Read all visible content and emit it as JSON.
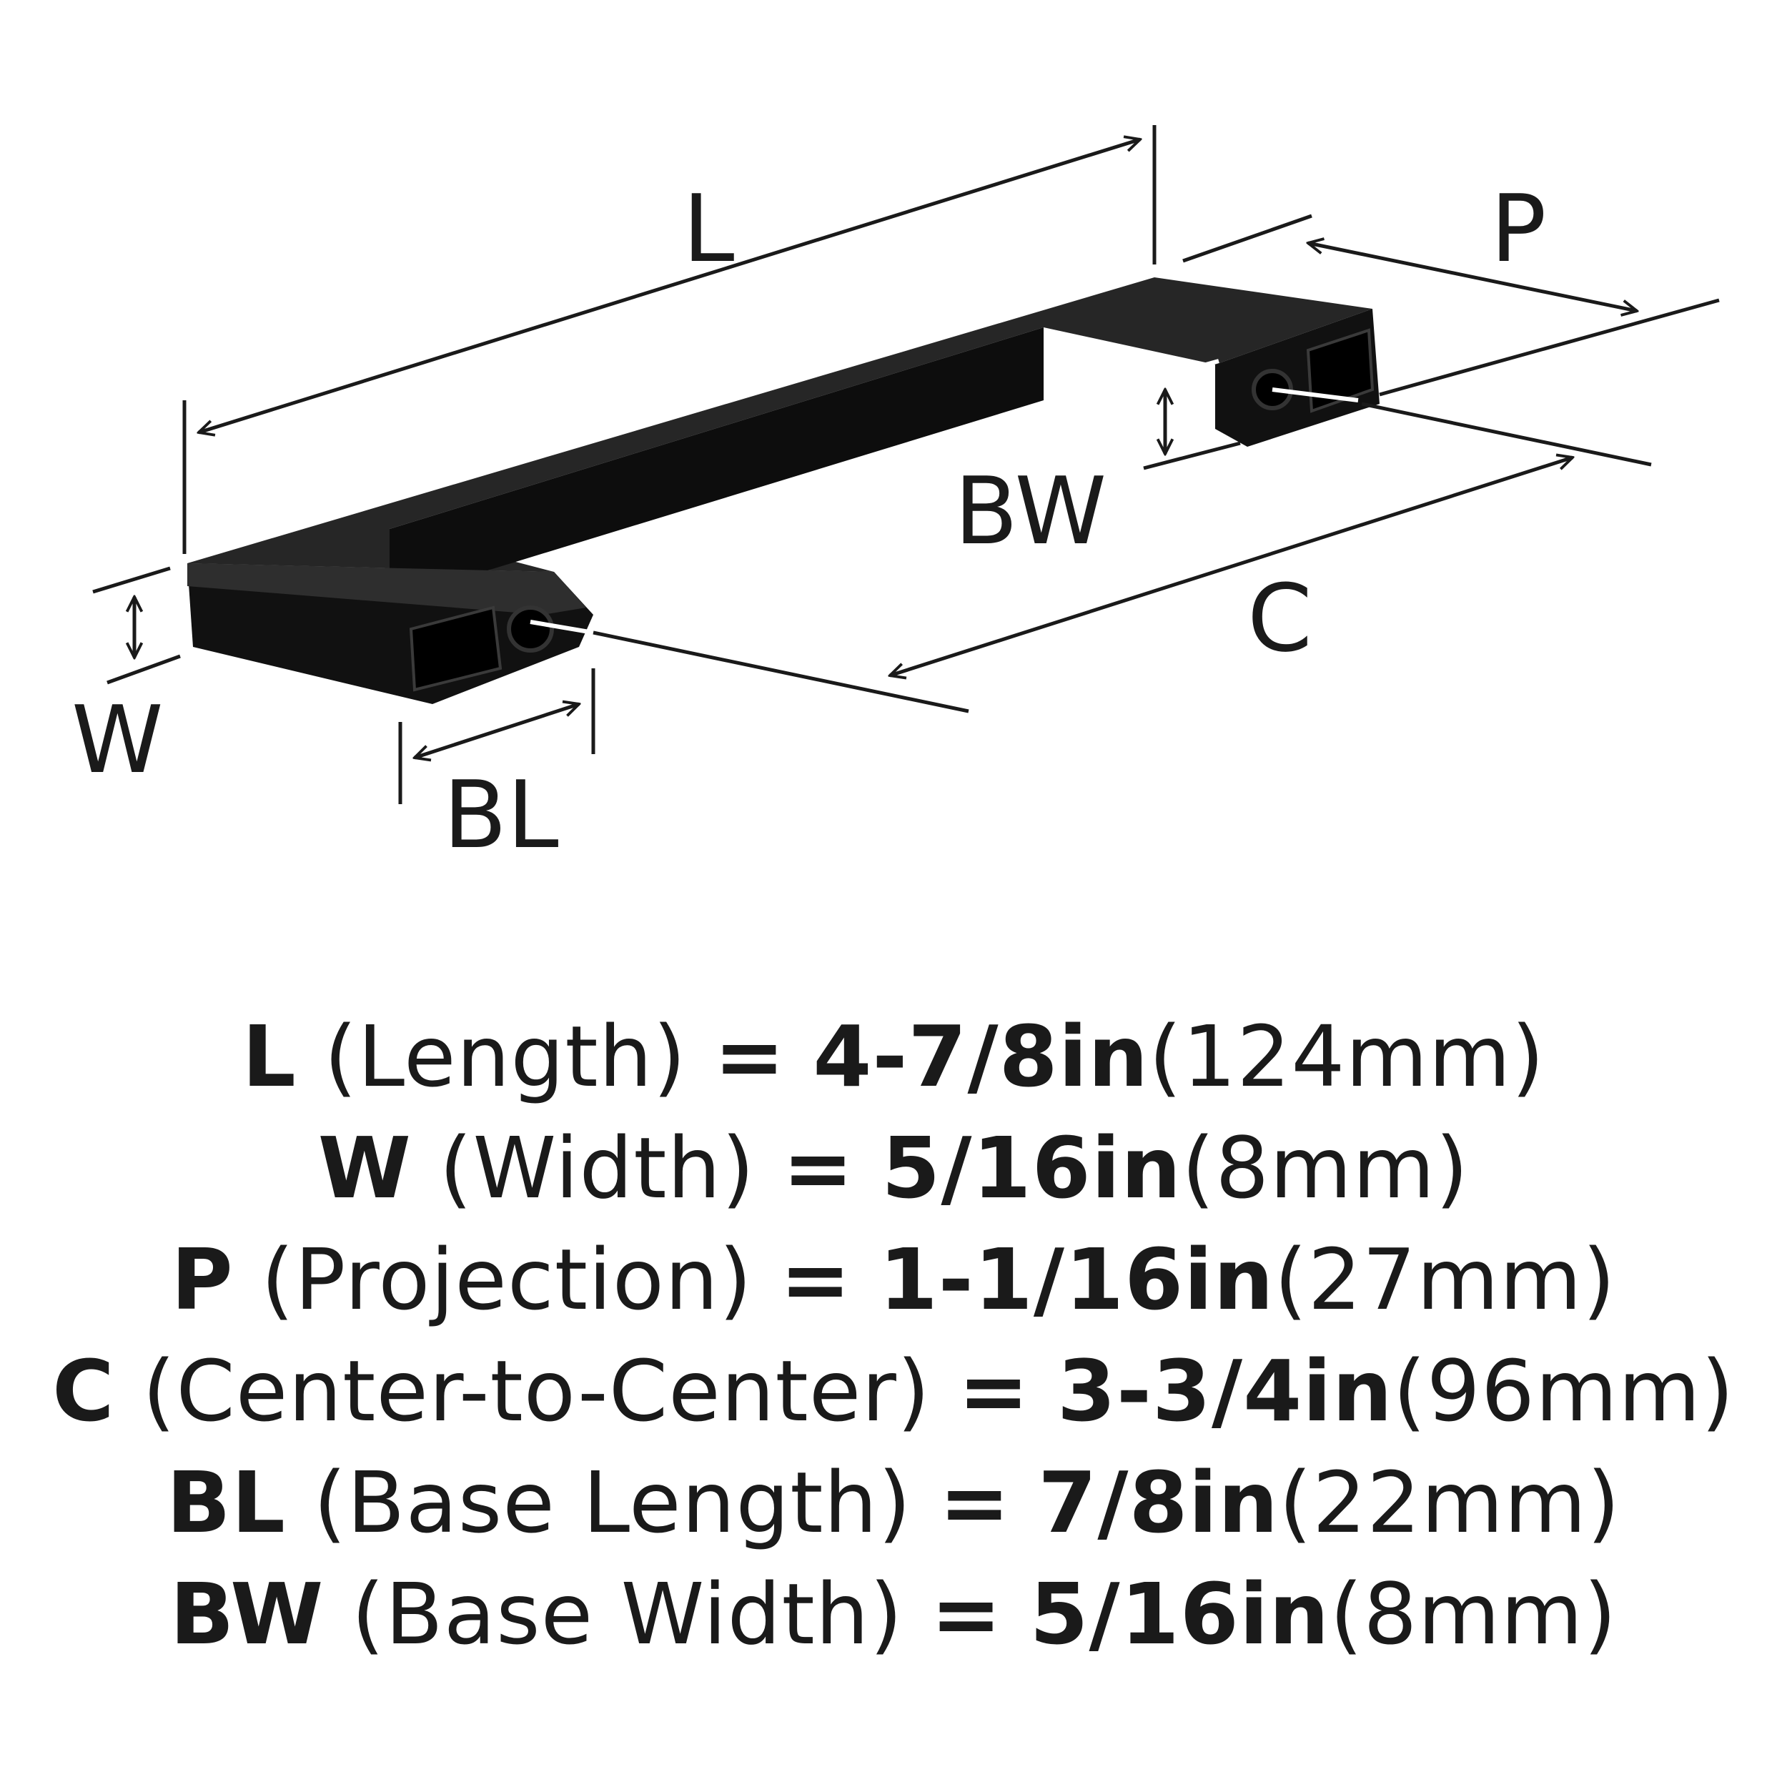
{
  "diagram": {
    "labels": {
      "L": "L",
      "P": "P",
      "BW": "BW",
      "C": "C",
      "W": "W",
      "BL": "BL"
    }
  },
  "specs": [
    {
      "symbol": "L",
      "description": "(Length)",
      "equals": "=",
      "imperial": "4-7/8in",
      "metric": "(124mm)"
    },
    {
      "symbol": "W",
      "description": "(Width)",
      "equals": "=",
      "imperial": "5/16in",
      "metric": "(8mm)"
    },
    {
      "symbol": "P",
      "description": "(Projection)",
      "equals": "=",
      "imperial": "1-1/16in",
      "metric": "(27mm)"
    },
    {
      "symbol": "C",
      "description": "(Center-to-Center)",
      "equals": "=",
      "imperial": "3-3/4in",
      "metric": "(96mm)"
    },
    {
      "symbol": "BL",
      "description": "(Base Length)",
      "equals": "=",
      "imperial": "7/8in",
      "metric": "(22mm)"
    },
    {
      "symbol": "BW",
      "description": "(Base Width)",
      "equals": "=",
      "imperial": "5/16in",
      "metric": "(8mm)"
    }
  ],
  "colors": {
    "ink": "#1a1a1a",
    "handle": "#111111",
    "handle_top": "#2a2a2a",
    "background": "#ffffff"
  }
}
